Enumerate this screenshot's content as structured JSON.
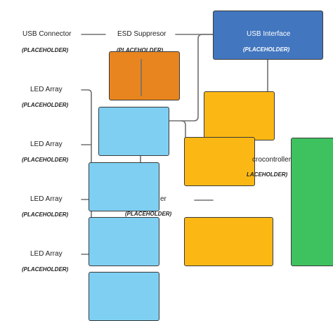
{
  "colors": {
    "usb_interface": "#4276bf",
    "esd_block": "#e8851e",
    "led_block": "#7ecff2",
    "mcu_block": "#fbb814",
    "power_block": "#3ec25f",
    "wire": "#707070"
  },
  "usb_connector": {
    "label": "USB Connector",
    "placeholder": "(PLACEHOLDER)"
  },
  "esd_suppressor": {
    "label": "ESD Suppresor",
    "placeholder": "(PLACEHOLDER)"
  },
  "usb_interface": {
    "label": "USB Interface",
    "placeholder": "(PLACEHOLDER)"
  },
  "led_arrays": [
    {
      "label": "LED Array",
      "placeholder": "(PLACEHOLDER)"
    },
    {
      "label": "LED Array",
      "placeholder": "(PLACEHOLDER)"
    },
    {
      "label": "LED Array",
      "placeholder": "(PLACEHOLDER)"
    },
    {
      "label": "LED Array",
      "placeholder": "(PLACEHOLDER)"
    }
  ],
  "microcontroller": {
    "label_fragment": "crocontroller",
    "placeholder_fragment": "LACEHOLDER)"
  },
  "driver": {
    "label_fragment": "er",
    "placeholder": "(PLACEHOLDER)"
  }
}
